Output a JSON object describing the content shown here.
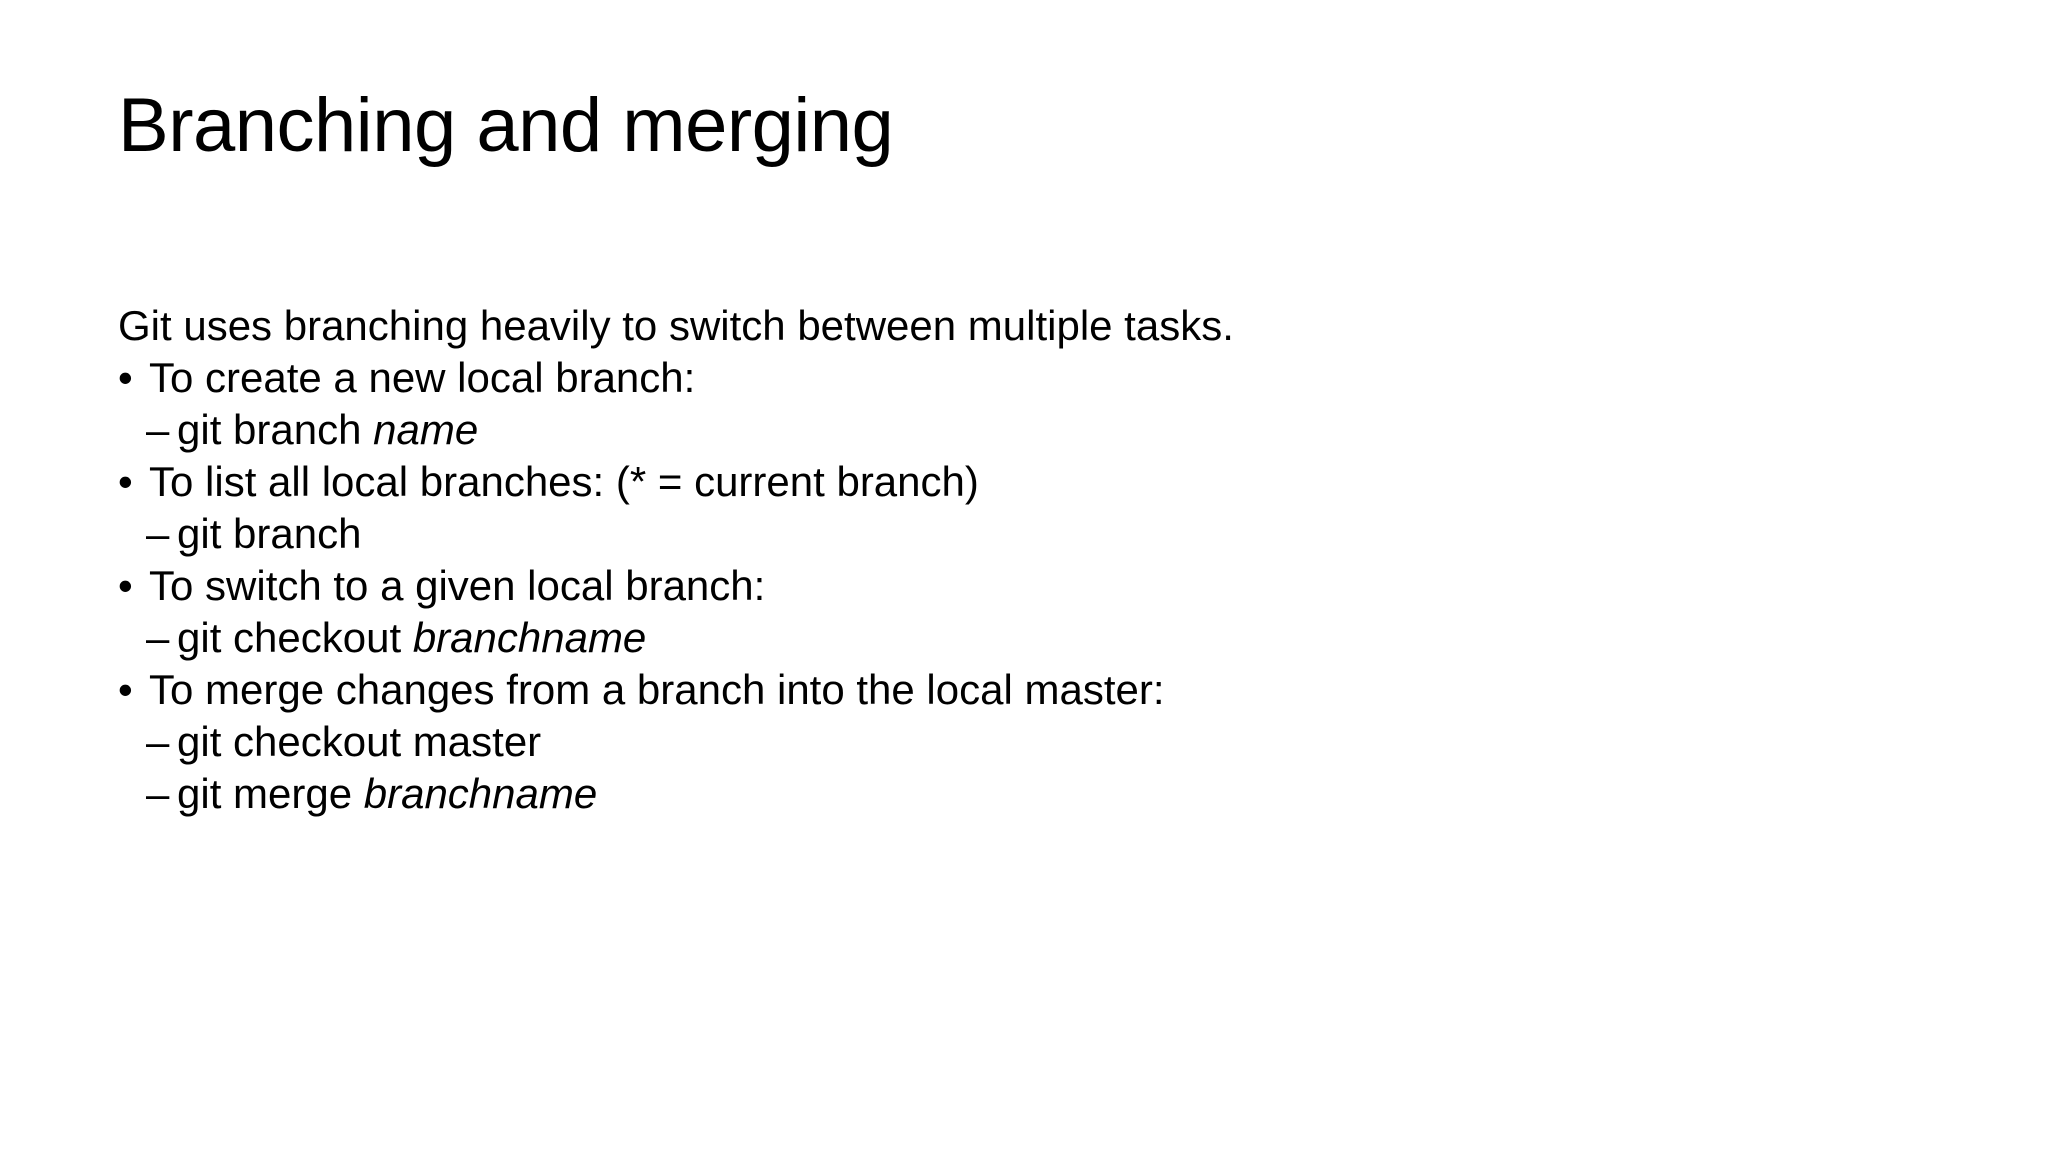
{
  "slide": {
    "title": "Branching and merging",
    "background_color": "#ffffff",
    "text_color": "#000000",
    "intro": "Git uses branching heavily to switch between multiple tasks.",
    "bullet_marker": "•",
    "dash_marker": "–",
    "lines": [
      {
        "level": 0,
        "marker": "",
        "text": "Git uses branching heavily to switch between multiple tasks.",
        "italic_tail": ""
      },
      {
        "level": 1,
        "marker": "•",
        "text": "To create a new local branch:",
        "italic_tail": ""
      },
      {
        "level": 2,
        "marker": "–",
        "text": "git branch ",
        "italic_tail": "name"
      },
      {
        "level": 1,
        "marker": "•",
        "text": "To list all local branches: (* = current branch)",
        "italic_tail": ""
      },
      {
        "level": 2,
        "marker": "–",
        "text": "git branch",
        "italic_tail": ""
      },
      {
        "level": 1,
        "marker": "•",
        "text": "To switch to a given local branch:",
        "italic_tail": ""
      },
      {
        "level": 2,
        "marker": "–",
        "text": "git checkout ",
        "italic_tail": "branchname"
      },
      {
        "level": 1,
        "marker": "•",
        "text": "To merge changes from a branch into the local master:",
        "italic_tail": ""
      },
      {
        "level": 2,
        "marker": "–",
        "text": "git checkout master",
        "italic_tail": ""
      },
      {
        "level": 2,
        "marker": "–",
        "text": "git merge ",
        "italic_tail": "branchname"
      }
    ]
  }
}
